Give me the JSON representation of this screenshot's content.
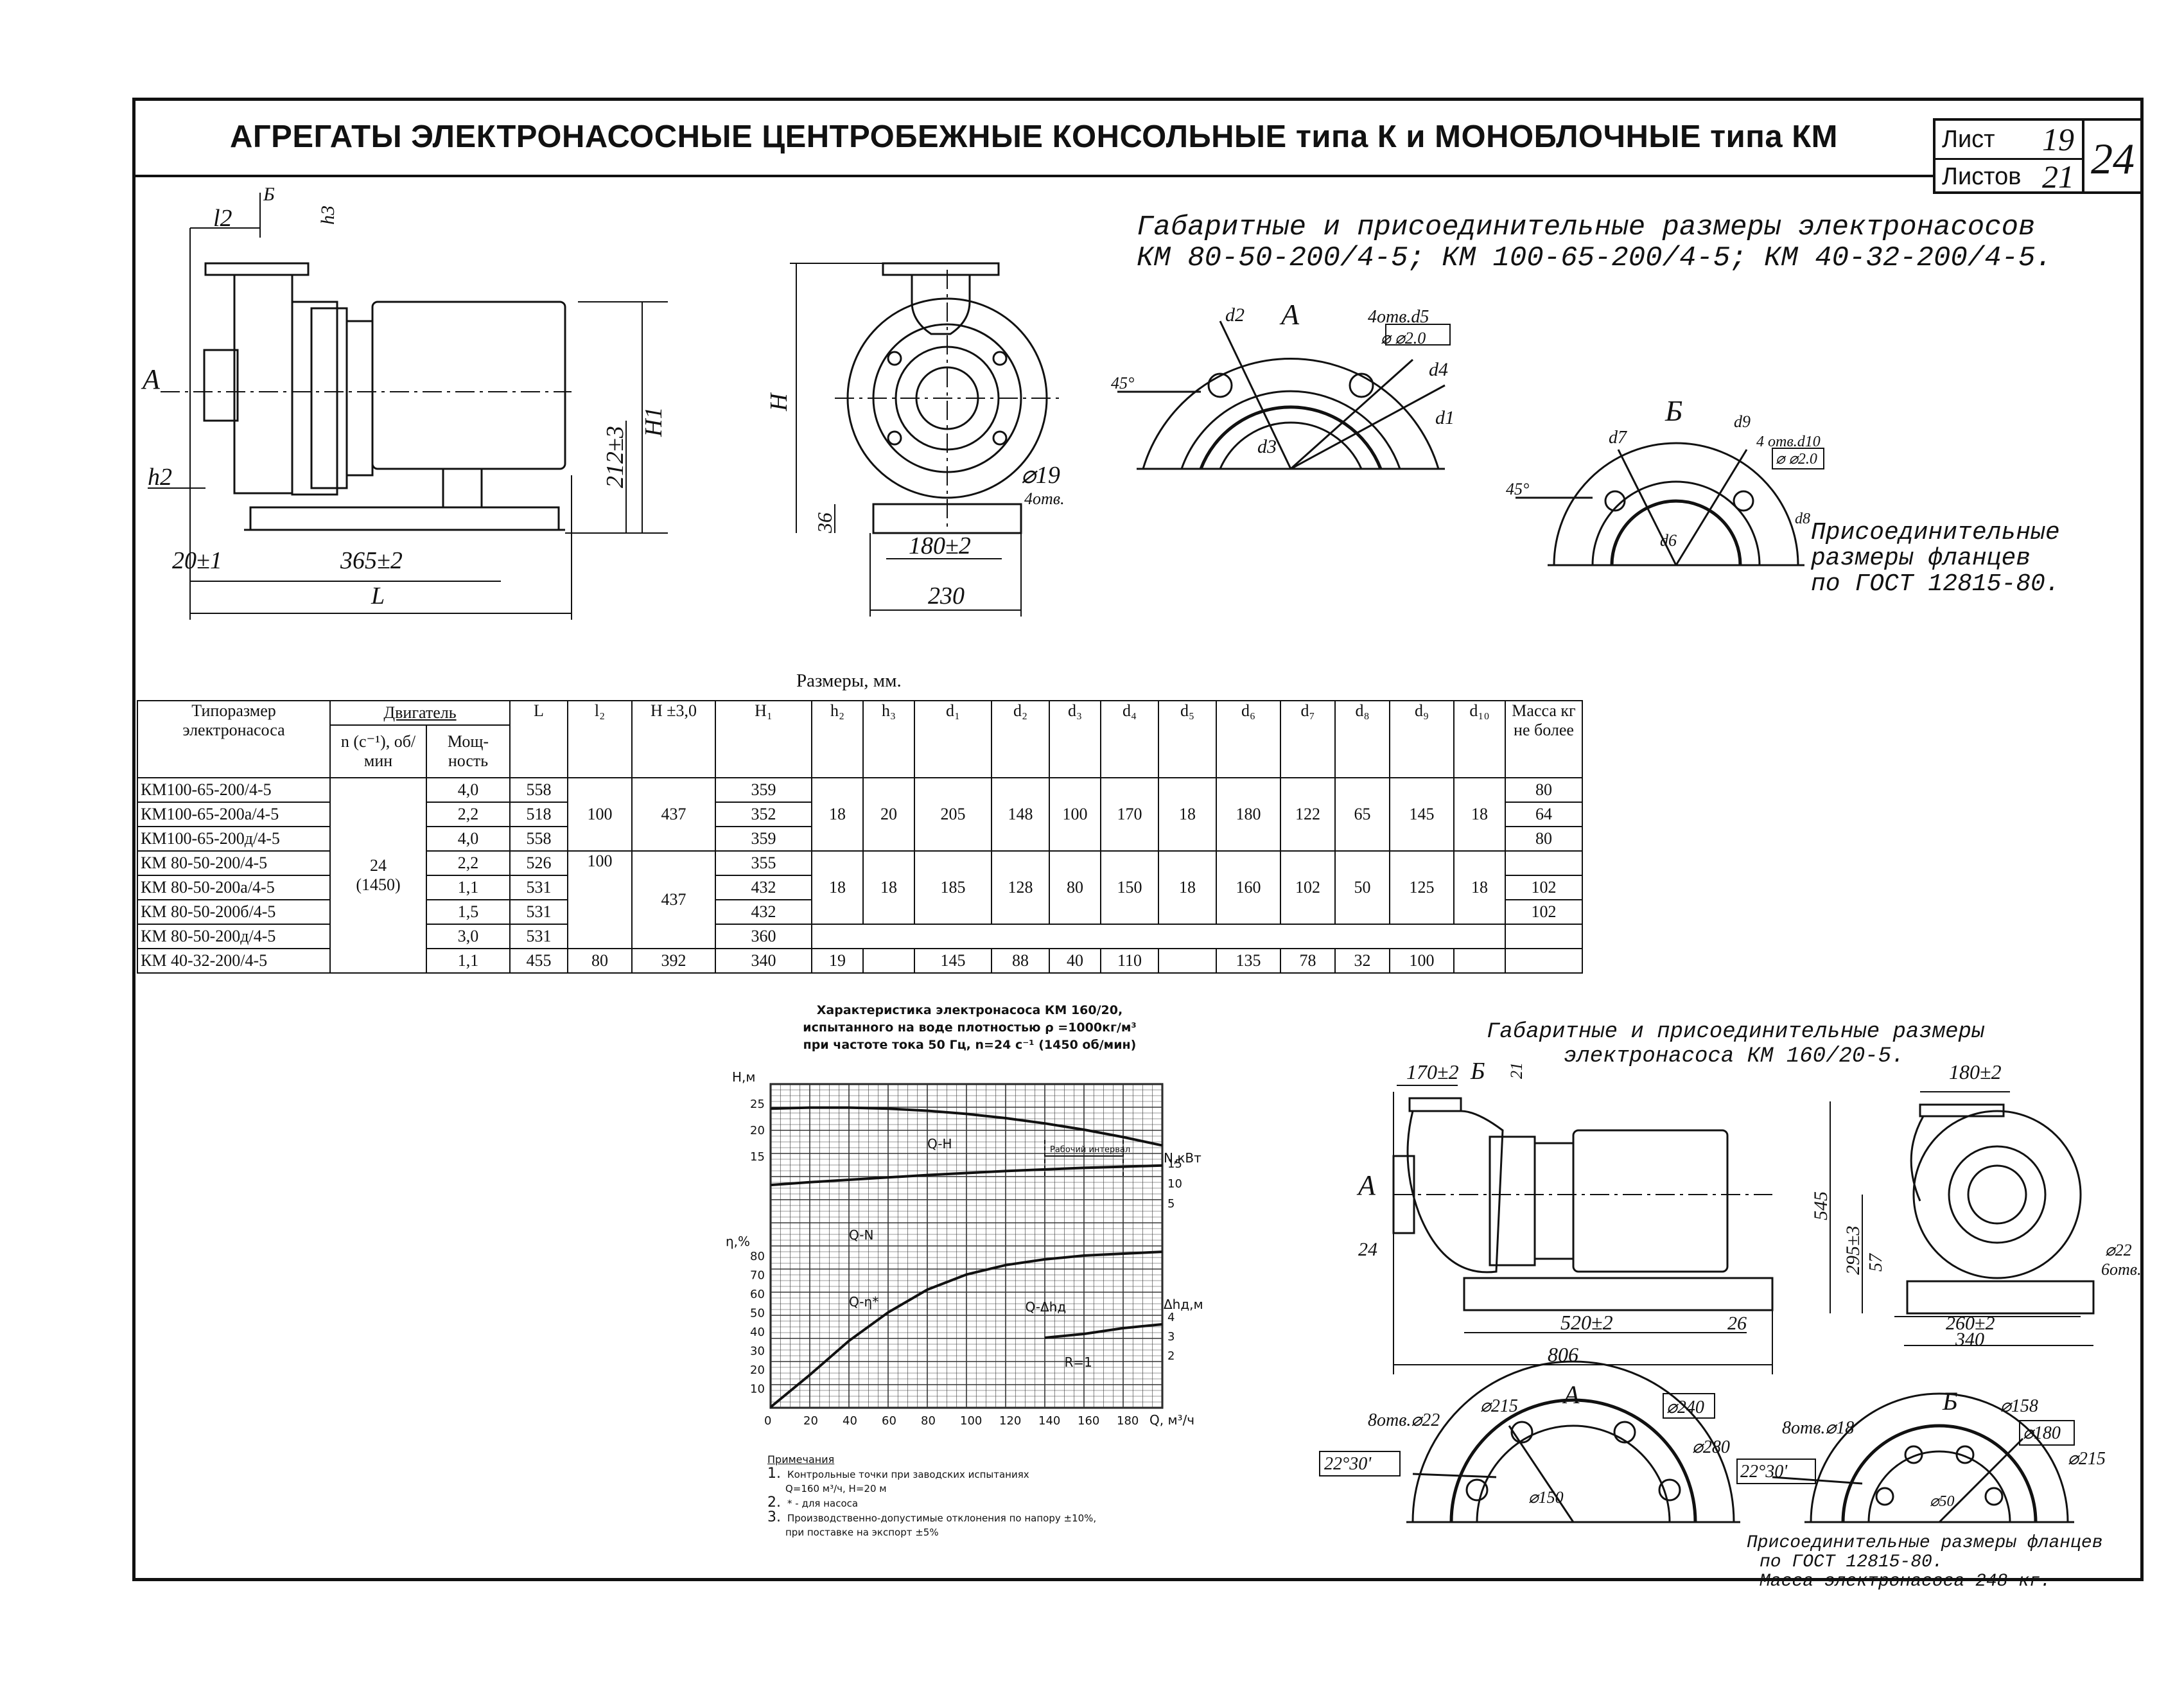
{
  "header": {
    "title": "АГРЕГАТЫ ЭЛЕКТРОНАСОСНЫЕ ЦЕНТРОБЕЖНЫЕ КОНСОЛЬНЫЕ типа К и МОНОБЛОЧНЫЕ типа КМ",
    "sheet_label": "Лист",
    "sheet_no": "19",
    "sheets_label": "Листов",
    "sheets_total": "21",
    "page_total": "24"
  },
  "top_caption": {
    "line1": "Габаритные и присоединительные размеры электронасосов",
    "line2": "КМ 80-50-200/4-5; КМ 100-65-200/4-5; КМ 40-32-200/4-5."
  },
  "flange_note": [
    "Присоединительные",
    "размеры фланцев",
    "по ГОСТ 12815-80."
  ],
  "drawing1_labels": {
    "l2": "l2",
    "b": "Б",
    "h3": "h3",
    "a": "А",
    "h2": "h2",
    "h1": "H1",
    "dim_212": "212±3",
    "dim_20": "20±1",
    "dim_365": "365±2",
    "L": "L"
  },
  "drawing2_labels": {
    "H": "H",
    "d19": "⌀19",
    "holes4": "4отв.",
    "dim36": "36",
    "dim180": "180±2",
    "dim230": "230"
  },
  "flangeA_labels": {
    "title": "А",
    "angle": "45°",
    "d2": "d2",
    "d3": "d3",
    "holes": "4отв.d5",
    "tol": "⌀ ⌀2.0",
    "d4": "d4",
    "d1": "d1"
  },
  "flangeB_labels": {
    "title": "Б",
    "angle": "45°",
    "d7": "d7",
    "d9": "d9",
    "holes": "4 отв.d10",
    "tol": "⌀ ⌀2.0",
    "d6": "d6",
    "d8": "d8"
  },
  "table": {
    "size_caption": "Размеры, мм.",
    "headers": {
      "type": "Типоразмер электронасоса",
      "motor": "Двигатель",
      "n": "n (с⁻¹), об/мин",
      "power": "Мощ-ность",
      "L": "L",
      "l2": "l₂",
      "H": "H ±3,0",
      "H1": "H₁",
      "h2": "h₂",
      "h3": "h₃",
      "d1": "d₁",
      "d2": "d₂",
      "d3": "d₃",
      "d4": "d₄",
      "d5": "d₅",
      "d6": "d₆",
      "d7": "d₇",
      "d8": "d₈",
      "d9": "d₉",
      "d10": "d₁₀",
      "mass": "Масса кг не более"
    },
    "rows": [
      {
        "type": "КМ100-65-200/4-5",
        "power": "4,0",
        "L": "558",
        "H1": "359",
        "mass": "80"
      },
      {
        "type": "КМ100-65-200а/4-5",
        "power": "2,2",
        "L": "518",
        "H1": "352",
        "mass": "64"
      },
      {
        "type": "КМ100-65-200д/4-5",
        "power": "4,0",
        "L": "558",
        "H1": "359",
        "mass": "80"
      },
      {
        "type": "КМ 80-50-200/4-5",
        "power": "2,2",
        "L": "526",
        "H1": "355",
        "mass": ""
      },
      {
        "type": "КМ 80-50-200а/4-5",
        "power": "1,1",
        "L": "531",
        "H1": "432",
        "mass": "102"
      },
      {
        "type": "КМ 80-50-200б/4-5",
        "power": "1,5",
        "L": "531",
        "H1": "432",
        "mass": "102"
      },
      {
        "type": "КМ 80-50-200д/4-5",
        "power": "3,0",
        "L": "531",
        "H1": "360",
        "mass": ""
      },
      {
        "type": "КМ 40-32-200/4-5",
        "power": "1,1",
        "L": "455",
        "H1": "340",
        "mass": ""
      }
    ],
    "speed": "24",
    "speed_rpm": "(1450)",
    "group1": {
      "l2": "100",
      "H": "437",
      "h2": "18",
      "h3": "20",
      "d1": "205",
      "d2": "148",
      "d3": "100",
      "d4": "170",
      "d5": "18",
      "d6": "180",
      "d7": "122",
      "d8": "65",
      "d9": "145",
      "d10": "18"
    },
    "group2": {
      "l2": "100",
      "H": "437",
      "h2": "18",
      "h3": "18",
      "d1": "185",
      "d2": "128",
      "d3": "80",
      "d4": "150",
      "d5": "18",
      "d6": "160",
      "d7": "102",
      "d8": "50",
      "d9": "125",
      "d10": "18"
    },
    "row8": {
      "l2": "80",
      "H": "392",
      "h2": "19",
      "d1": "145",
      "d2": "88",
      "d3": "40",
      "d4": "110",
      "d6": "135",
      "d7": "78",
      "d8": "32",
      "d9": "100"
    }
  },
  "chart_caption": {
    "line1": "Характеристика электронасоса КМ 160/20,",
    "line2": "испытанного на воде плотностью ρ =1000кг/м³",
    "line3": "при частоте тока 50 Гц, n=24 с⁻¹ (1450 об/мин)"
  },
  "chart_data": {
    "type": "line",
    "x_label": "Q, м³/ч",
    "x_ticks": [
      "0",
      "20",
      "40",
      "60",
      "80",
      "100",
      "120",
      "140",
      "160",
      "180"
    ],
    "xlim": [
      0,
      200
    ],
    "left_axes": [
      {
        "label": "H,м",
        "ticks": [
          "25",
          "20",
          "15"
        ]
      },
      {
        "label": "η,%",
        "ticks": [
          "80",
          "70",
          "60",
          "50",
          "40",
          "30",
          "20",
          "10"
        ]
      }
    ],
    "right_axes": [
      {
        "label": "N,кВт",
        "ticks": [
          "15",
          "10",
          "5"
        ]
      },
      {
        "label": "Δhд,м",
        "ticks": [
          "4",
          "3",
          "2"
        ]
      }
    ],
    "work_interval_label": "Рабочий интервал",
    "work_interval": [
      140,
      180
    ],
    "series": [
      {
        "name": "Q-H",
        "x": [
          0,
          20,
          40,
          60,
          80,
          100,
          120,
          140,
          160,
          180,
          200
        ],
        "y": [
          24,
          24.2,
          24.2,
          24,
          23.6,
          23,
          22.2,
          21.2,
          20,
          18.6,
          17
        ]
      },
      {
        "name": "Q-N",
        "x": [
          0,
          20,
          40,
          60,
          80,
          100,
          120,
          140,
          160,
          180,
          200
        ],
        "y": [
          9.5,
          10.2,
          10.8,
          11.4,
          12,
          12.5,
          13,
          13.4,
          13.8,
          14.1,
          14.4
        ]
      },
      {
        "name": "Q-η*",
        "x": [
          0,
          20,
          40,
          60,
          80,
          100,
          120,
          140,
          160,
          180,
          200
        ],
        "y": [
          0,
          17,
          35,
          50,
          62,
          70,
          75,
          78,
          80,
          81,
          82
        ]
      },
      {
        "name": "Q-Δhд",
        "x": [
          140,
          160,
          180,
          200
        ],
        "y": [
          2.9,
          3.1,
          3.4,
          3.6
        ]
      }
    ],
    "annotation": "R=1"
  },
  "notes": {
    "heading": "Примечания",
    "items": [
      {
        "n": "1.",
        "text": "Контрольные точки при заводских испытаниях",
        "text2": "Q=160 м³/ч, H=20 м"
      },
      {
        "n": "2.",
        "text": "* - для насоса",
        "text2": ""
      },
      {
        "n": "3.",
        "text": "Производственно-допустимые отклонения по напору ±10%,",
        "text2": "при поставке на экспорт ±5%"
      }
    ]
  },
  "right_caption": {
    "line1": "Габаритные и присоединительные размеры",
    "line2": "электронасоса КМ 160/20-5."
  },
  "drawing3_labels": {
    "d170": "170±2",
    "b": "Б",
    "d21": "21",
    "a": "А",
    "d24": "24",
    "d520": "520±2",
    "d26": "26",
    "d806": "806"
  },
  "drawing4_labels": {
    "d180": "180±2",
    "d545": "545",
    "d295": "295±3",
    "d57": "57",
    "d22": "⌀22",
    "holes6": "6отв.",
    "d260": "260±2",
    "d340": "340"
  },
  "flangeA2_labels": {
    "title": "А",
    "holes": "8отв.⌀22",
    "d215": "⌀215",
    "d240": "⌀240",
    "d280": "⌀280",
    "d150": "⌀150",
    "angle": "22°30'"
  },
  "flangeB2_labels": {
    "title": "Б",
    "holes": "8отв.⌀18",
    "d158": "⌀158",
    "d180": "⌀180",
    "d215": "⌀215",
    "d50": "⌀50",
    "angle": "22°30'"
  },
  "bottom_note": {
    "line1": "Присоединительные размеры фланцев",
    "line2": "по ГОСТ 12815-80.",
    "line3": "Масса электронасоса 248 кг."
  }
}
